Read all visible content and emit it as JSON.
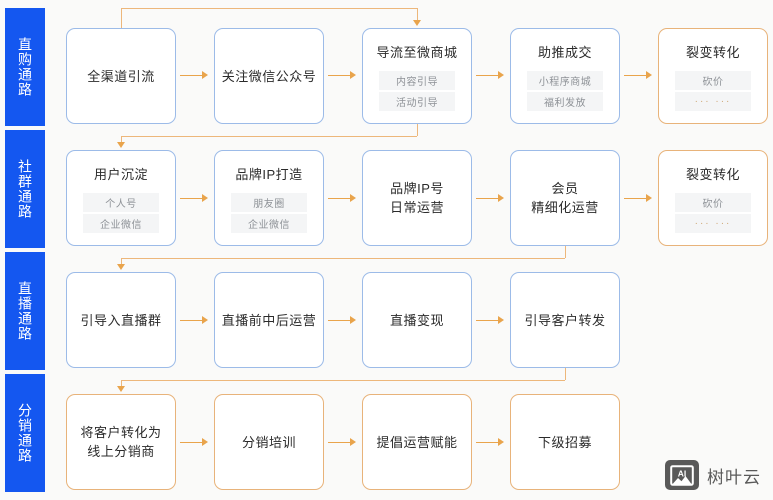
{
  "theme": {
    "background": "#fafaf9",
    "channel_bg": "#1457f0",
    "channel_text": "#ffffff",
    "node_border_blue": "#9cbbe8",
    "node_border_orange": "#e8b37a",
    "connector": "#e9a44c",
    "pill_bg": "#f4f5f6",
    "pill_text": "#8d9196"
  },
  "channels": [
    {
      "label": "直购通路"
    },
    {
      "label": "社群通路"
    },
    {
      "label": "直播通路"
    },
    {
      "label": "分销通路"
    }
  ],
  "rows": [
    {
      "channel": "直购通路",
      "nodes": [
        {
          "title": "全渠道引流",
          "pills": [],
          "accent": "blue"
        },
        {
          "title": "关注微信公众号",
          "pills": [],
          "accent": "blue"
        },
        {
          "title": "导流至微商城",
          "pills": [
            "内容引导",
            "活动引导"
          ],
          "accent": "blue"
        },
        {
          "title": "助推成交",
          "pills": [
            "小程序商城",
            "福利发放"
          ],
          "accent": "blue"
        },
        {
          "title": "裂变转化",
          "pills": [
            "砍价",
            "···  ···"
          ],
          "accent": "orange"
        }
      ]
    },
    {
      "channel": "社群通路",
      "nodes": [
        {
          "title": "用户沉淀",
          "pills": [
            "个人号",
            "企业微信"
          ],
          "accent": "blue"
        },
        {
          "title": "品牌IP打造",
          "pills": [
            "朋友圈",
            "企业微信"
          ],
          "accent": "blue"
        },
        {
          "title": "品牌IP号\n日常运营",
          "pills": [],
          "accent": "blue"
        },
        {
          "title": "会员\n精细化运营",
          "pills": [],
          "accent": "blue"
        },
        {
          "title": "裂变转化",
          "pills": [
            "砍价",
            "···  ···"
          ],
          "accent": "orange"
        }
      ]
    },
    {
      "channel": "直播通路",
      "nodes": [
        {
          "title": "引导入直播群",
          "pills": [],
          "accent": "blue"
        },
        {
          "title": "直播前中后运营",
          "pills": [],
          "accent": "blue"
        },
        {
          "title": "直播变现",
          "pills": [],
          "accent": "blue"
        },
        {
          "title": "引导客户转发",
          "pills": [],
          "accent": "blue"
        }
      ]
    },
    {
      "channel": "分销通路",
      "nodes": [
        {
          "title": "将客户转化为\n线上分销商",
          "pills": [],
          "accent": "orange"
        },
        {
          "title": "分销培训",
          "pills": [],
          "accent": "orange"
        },
        {
          "title": "提倡运营赋能",
          "pills": [],
          "accent": "orange"
        },
        {
          "title": "下级招募",
          "pills": [],
          "accent": "orange"
        }
      ]
    }
  ],
  "watermark": {
    "icon": "ai-image-icon",
    "icon_label": "AI",
    "text": "树叶云"
  }
}
